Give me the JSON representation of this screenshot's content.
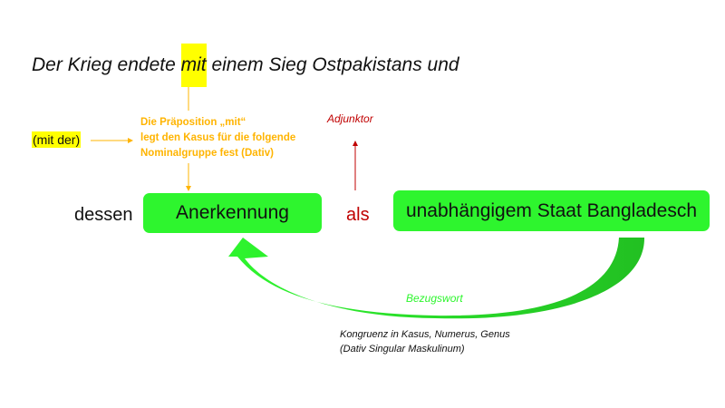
{
  "sentence": {
    "before": "Der Krieg endete ",
    "highlight": "mit",
    "after": " einem Sieg Ostpakistans und"
  },
  "note": {
    "line1": "Die Präposition „mit“",
    "line2": "legt den Kasus für die folgende",
    "line3": "Nominalgruppe fest (Dativ)"
  },
  "mit_der": "(mit der)",
  "adjunktor": "Adjunktor",
  "dessen": "dessen",
  "box1": "Anerkennung",
  "als": "als",
  "box2": "unabhängigem Staat Bangladesch",
  "bezugswort": "Bezugswort",
  "kongruenz": {
    "line1": "Kongruenz in Kasus, Numerus, Genus",
    "line2": "(Dativ Singular Maskulinum)"
  },
  "colors": {
    "green": "#2ef52e",
    "orange": "#ffb400",
    "red": "#c00000",
    "highlight": "#ffff00"
  }
}
